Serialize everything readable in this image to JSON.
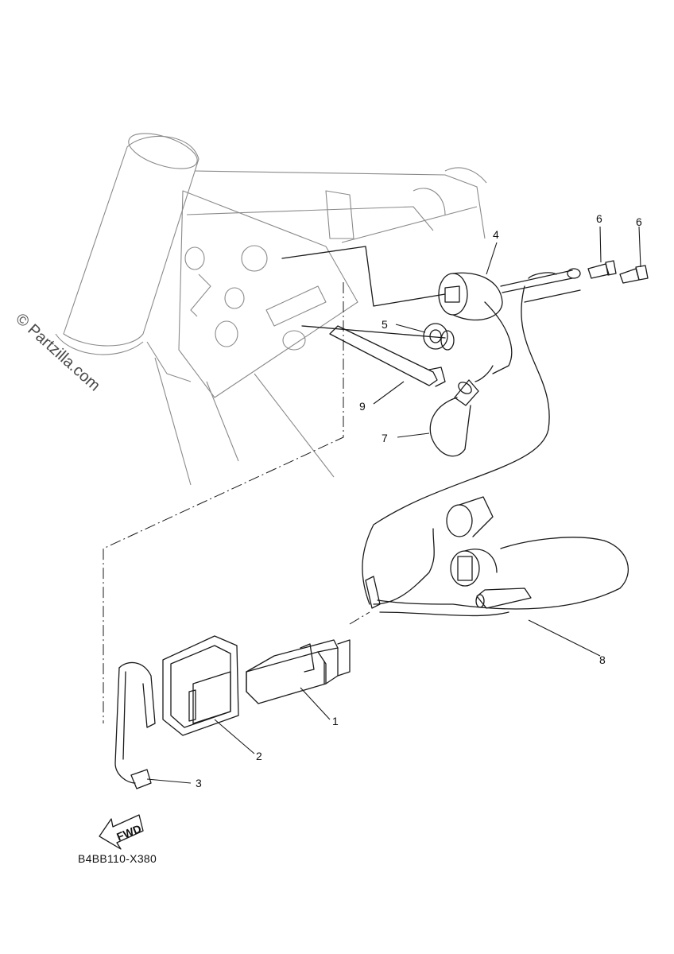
{
  "watermark": "© Partzilla.com",
  "diagram_code": "B4BB110-X380",
  "fwd_label": "FWD",
  "callouts": {
    "c1": "1",
    "c2": "2",
    "c3": "3",
    "c4": "4",
    "c5": "5",
    "c6a": "6",
    "c6b": "6",
    "c7": "7",
    "c8": "8",
    "c9": "9"
  },
  "colors": {
    "ink": "#1a1a1a",
    "frame_ink": "#8a8a8a",
    "background": "#ffffff"
  }
}
